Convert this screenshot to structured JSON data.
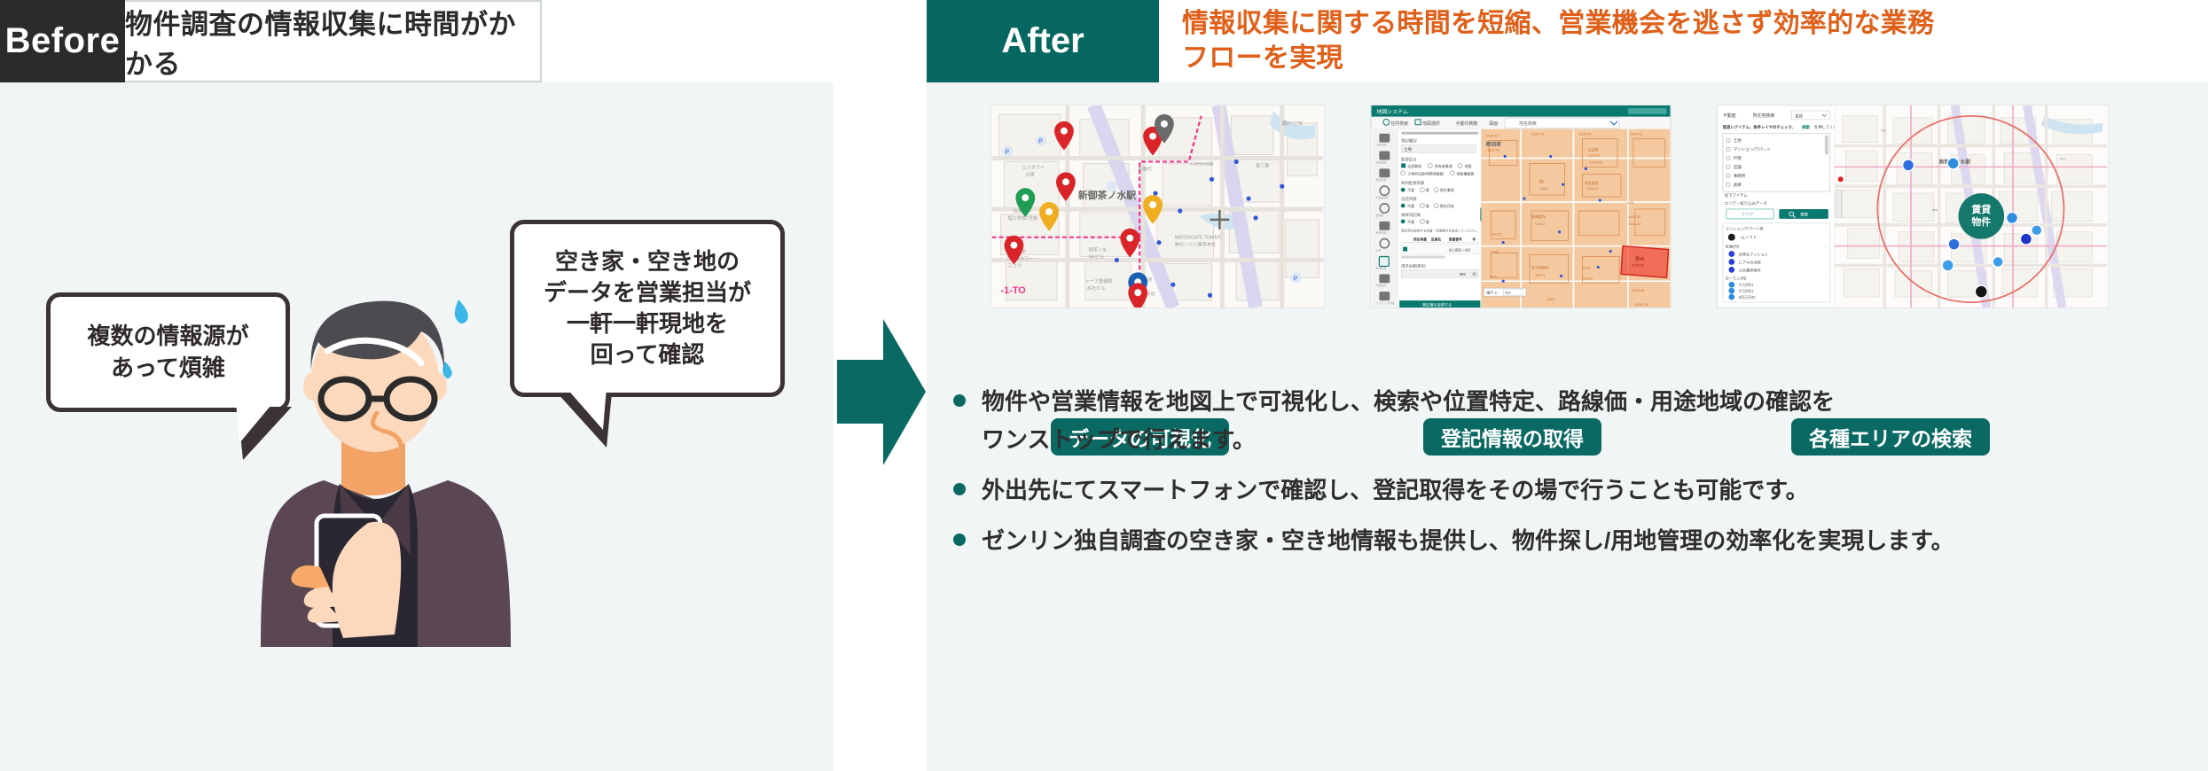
{
  "colors": {
    "before_tag_bg": "#2b2b2b",
    "after_tag_bg": "#056760",
    "after_title_text": "#e0601a",
    "panel_bg": "#f1f5f5",
    "accent_teal": "#0a6a63",
    "arrow": "#0a6a63",
    "bubble_border": "#3b3336"
  },
  "before": {
    "tag_label": "Before",
    "title": "物件調査の情報収集に時間がかかる",
    "bubbles": [
      {
        "id": "bubble-left",
        "lines": [
          "複数の情報源が",
          "あって煩雑"
        ]
      },
      {
        "id": "bubble-right",
        "lines": [
          "空き家・空き地の",
          "データを営業担当が",
          "一軒一軒現地を",
          "回って確認"
        ]
      }
    ],
    "illustration": "worried-businessman-with-smartphone"
  },
  "arrow": {
    "icon": "right-arrow-icon",
    "direction": "right"
  },
  "after": {
    "tag_label": "After",
    "title_lines": [
      "情報収集に関する時間を短縮、営業機会を逃さず効率的な業務",
      "フローを実現"
    ],
    "cards": [
      {
        "id": "card-data-visualization",
        "caption": "データの可視化",
        "screenshot": "map-with-colored-location-pins",
        "map_label": "新御茶ノ水駅",
        "pin_colors": [
          "#d9252a",
          "#d9252a",
          "#d9252a",
          "#d9252a",
          "#d9252a",
          "#1f9d55",
          "#f0ad1f",
          "#f0ad1f",
          "#6b6b6b",
          "#1a5fb4"
        ]
      },
      {
        "id": "card-registry-acquisition",
        "caption": "登記情報の取得",
        "screenshot": "gis-app-registry-form-with-cadastral-map",
        "app_header": "地図システム",
        "highlight_parcel_color": "#ef4b3a"
      },
      {
        "id": "card-area-search",
        "caption": "各種エリアの検索",
        "screenshot": "gis-app-layer-panel-with-radius-search-map",
        "map_badge": "賃貸物件",
        "search_button": "検索"
      }
    ],
    "bullets": [
      {
        "line1": "物件や営業情報を地図上で可視化し、検索や位置特定、路線価・用途地域の確認を",
        "line2": "ワンストップで行えます。"
      },
      {
        "line1": "外出先にてスマートフォンで確認し、登記取得をその場で行うことも可能です。",
        "line2": ""
      },
      {
        "line1": "ゼンリン独自調査の空き家・空き地情報も提供し、物件探し/用地管理の効率化を実現します。",
        "line2": ""
      }
    ]
  }
}
